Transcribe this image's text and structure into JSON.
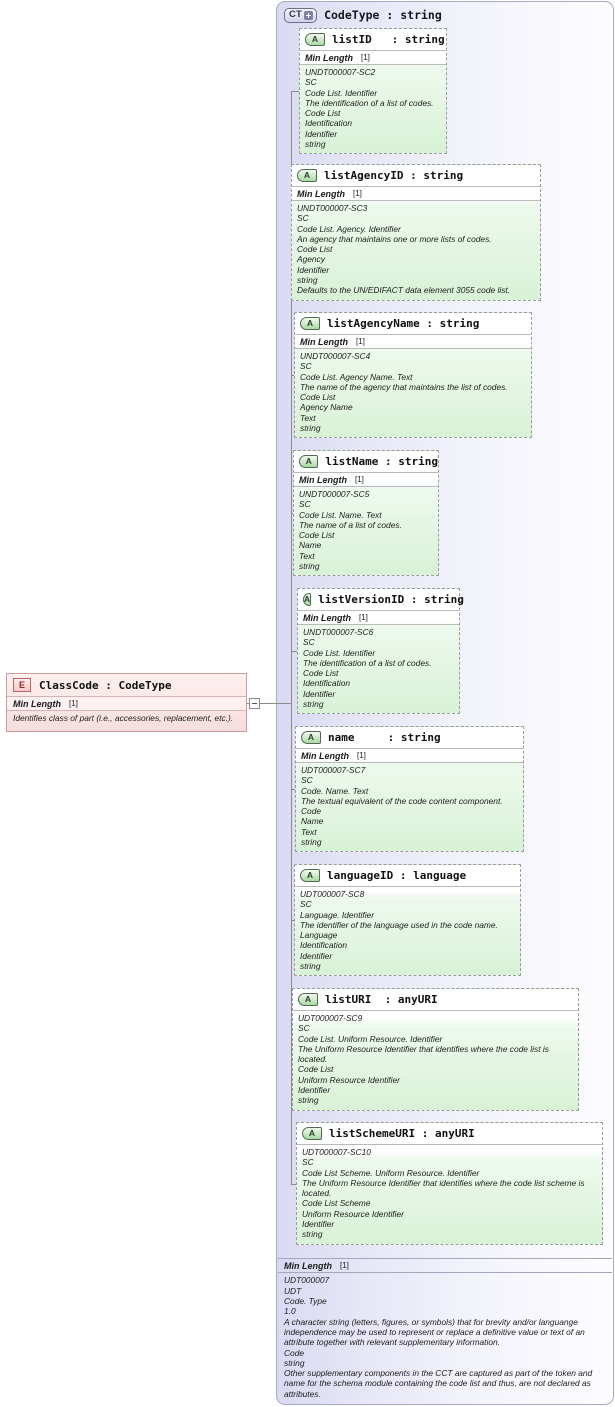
{
  "diagram": {
    "title": "XSD complexType CodeType diagram",
    "complex_type": {
      "badge": "CT",
      "badge_icon": "plus-icon",
      "title": "CodeType : string"
    },
    "element": {
      "badge": "E",
      "title": "ClassCode : CodeType",
      "rule_label": "Min Length",
      "rule_occurrence": "[1]",
      "doc": "Identifies class of part (i.e., accessories, replacement, etc.)."
    },
    "attributes": [
      {
        "badge": "A",
        "name": "listID",
        "type": ": string",
        "rule_label": "Min Length",
        "rule_occurrence": "[1]",
        "doc": [
          "UNDT000007-SC2",
          "SC",
          "Code List. Identifier",
          "The identification of a list of codes.",
          "Code List",
          "Identification",
          "Identifier",
          "string"
        ]
      },
      {
        "badge": "A",
        "name": "listAgencyID",
        "type": ": string",
        "rule_label": "Min Length",
        "rule_occurrence": "[1]",
        "doc": [
          "UNDT000007-SC3",
          "SC",
          "Code List. Agency. Identifier",
          "An agency that maintains one or more lists of codes.",
          "Code List",
          "Agency",
          "Identifier",
          "string",
          "Defaults to the UN/EDIFACT data element 3055 code list."
        ]
      },
      {
        "badge": "A",
        "name": "listAgencyName",
        "type": ": string",
        "rule_label": "Min Length",
        "rule_occurrence": "[1]",
        "doc": [
          "UNDT000007-SC4",
          "SC",
          "Code List. Agency Name. Text",
          "The name of the agency that maintains the list of codes.",
          "Code List",
          "Agency Name",
          "Text",
          "string"
        ]
      },
      {
        "badge": "A",
        "name": "listName",
        "type": ": string",
        "rule_label": "Min Length",
        "rule_occurrence": "[1]",
        "doc": [
          "UNDT000007-SC5",
          "SC",
          "Code List. Name. Text",
          "The name of a list of codes.",
          "Code List",
          "Name",
          "Text",
          "string"
        ]
      },
      {
        "badge": "A",
        "name": "listVersionID",
        "type": ": string",
        "rule_label": "Min Length",
        "rule_occurrence": "[1]",
        "doc": [
          "UNDT000007-SC6",
          "SC",
          "Code List. Identifier",
          "The identification of a list of codes.",
          "Code List",
          "Identification",
          "Identifier",
          "string"
        ]
      },
      {
        "badge": "A",
        "name": "name",
        "type": ": string",
        "rule_label": "Min Length",
        "rule_occurrence": "[1]",
        "doc": [
          "UDT000007-SC7",
          "SC",
          "Code. Name. Text",
          "The textual equivalent of the code content component.",
          "Code",
          "Name",
          "Text",
          "string"
        ]
      },
      {
        "badge": "A",
        "name": "languageID",
        "type": ": language",
        "rule_label": "",
        "rule_occurrence": "",
        "doc": [
          "UDT000007-SC8",
          "SC",
          "Language. Identifier",
          "The identifier of the language used in the code name.",
          "Language",
          "Identification",
          "Identifier",
          "string"
        ]
      },
      {
        "badge": "A",
        "name": "listURI",
        "type": ": anyURI",
        "rule_label": "",
        "rule_occurrence": "",
        "doc": [
          "UDT000007-SC9",
          "SC",
          "Code List. Uniform Resource. Identifier",
          "The Uniform Resource Identifier that identifies where the code list is located.",
          "Code List",
          "Uniform Resource Identifier",
          "Identifier",
          "string"
        ]
      },
      {
        "badge": "A",
        "name": "listSchemeURI",
        "type": ": anyURI",
        "rule_label": "",
        "rule_occurrence": "",
        "doc": [
          "UDT000007-SC10",
          "SC",
          "Code List Scheme. Uniform Resource. Identifier",
          "The Uniform Resource Identifier that identifies where the code list scheme is located.",
          "Code List Scheme",
          "Uniform Resource Identifier",
          "Identifier",
          "string"
        ]
      }
    ],
    "footer": {
      "rule_label": "Min Length",
      "rule_occurrence": "[1]",
      "doc": [
        "UDT000007",
        "UDT",
        "Code. Type",
        "1.0",
        "A character string (letters, figures, or symbols) that for brevity and/or languange independence may be used to represent or replace a definitive value or text of an attribute together with relevant supplementary information.",
        "Code",
        "string",
        "Other supplementary components in the CCT are captured as part of the token and name for the schema module containing the code list and thus, are not declared as attributes."
      ]
    },
    "colors": {
      "panel_fill": "#d9d9f2",
      "attribute_fill": "#d8f2d6",
      "element_fill": "#f8dede",
      "connector": "#8a8a8a"
    }
  }
}
